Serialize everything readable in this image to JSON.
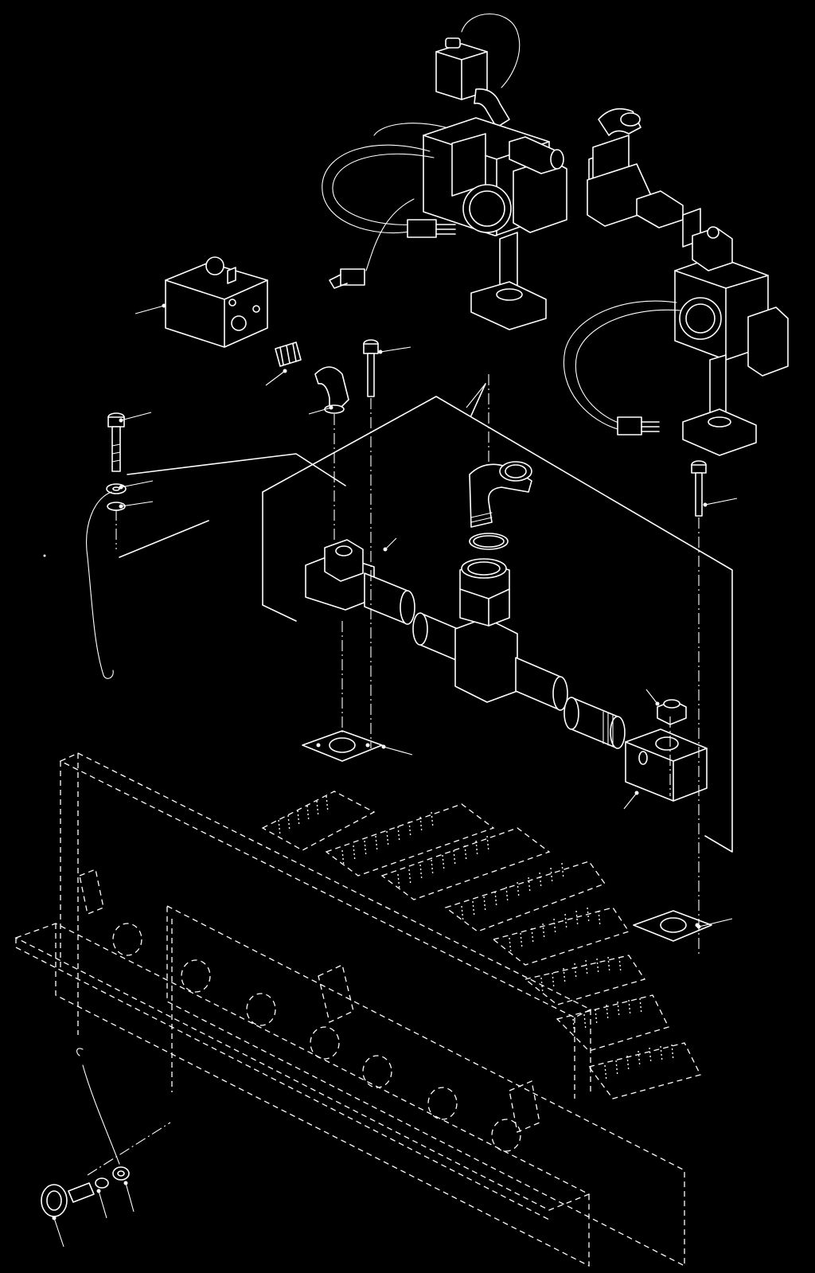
{
  "diagram": {
    "type": "exploded-parts-view",
    "colors": {
      "background": "#000000",
      "line": "#ffffff"
    },
    "components": [
      "gas-valve-upper",
      "gas-valve-right",
      "pressure-switch",
      "gas-manifold-pipe",
      "tee-fitting",
      "elbow-fitting",
      "o-ring",
      "union-nut",
      "flange-left",
      "flange-right",
      "gasket-left",
      "gasket-right",
      "burner-assembly",
      "wiring-harness-upper",
      "wiring-harness-right",
      "ground-wire-upper",
      "ground-wire-lower",
      "hex-bolts",
      "washers",
      "ring-terminals",
      "plug",
      "nipple"
    ]
  }
}
